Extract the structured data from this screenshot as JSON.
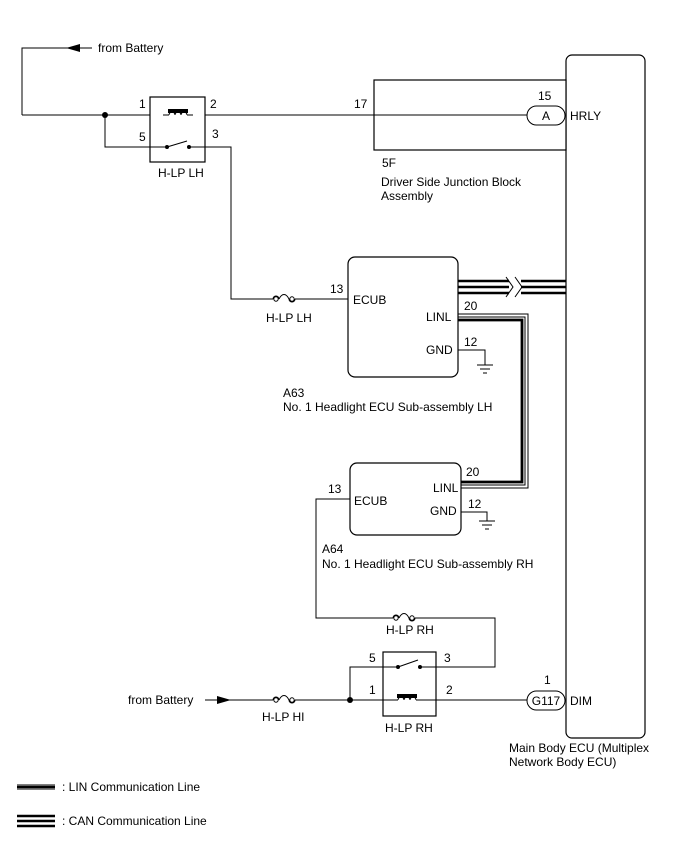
{
  "labels": {
    "from_battery_top": "from Battery",
    "from_battery_bottom": "from Battery",
    "relay_lh_name": "H-LP LH",
    "relay_rh_name": "H-LP RH",
    "fuse_lh": "H-LP LH",
    "fuse_rh": "H-LP RH",
    "fuse_hi": "H-LP HI",
    "jb_code": "5F",
    "jb_name_1": "Driver Side Junction Block",
    "jb_name_2": "Assembly",
    "ecu_lh_code": "A63",
    "ecu_lh_name": "No. 1 Headlight ECU Sub-assembly LH",
    "ecu_rh_code": "A64",
    "ecu_rh_name": "No. 1 Headlight ECU Sub-assembly RH",
    "main_ecu_name_1": "Main Body ECU (Multiplex",
    "main_ecu_name_2": "Network Body ECU)",
    "connector_a": "A",
    "connector_g117": "G117",
    "legend_lin": ": LIN Communication Line",
    "legend_can": ": CAN Communication Line"
  },
  "pins": {
    "relay_lh_1": "1",
    "relay_lh_2": "2",
    "relay_lh_5": "5",
    "relay_lh_3": "3",
    "jb_17": "17",
    "jb_15": "15",
    "relay_rh_5": "5",
    "relay_rh_3": "3",
    "relay_rh_1": "1",
    "relay_rh_2": "2",
    "ecu_lh_13": "13",
    "ecu_lh_20": "20",
    "ecu_lh_12": "12",
    "ecu_rh_13": "13",
    "ecu_rh_20": "20",
    "ecu_rh_12": "12",
    "main_dim": "1"
  },
  "terminals": {
    "hrly": "HRLY",
    "dim": "DIM",
    "ecub_lh": "ECUB",
    "linl_lh": "LINL",
    "gnd_lh": "GND",
    "ecub_rh": "ECUB",
    "linl_rh": "LINL",
    "gnd_rh": "GND"
  }
}
